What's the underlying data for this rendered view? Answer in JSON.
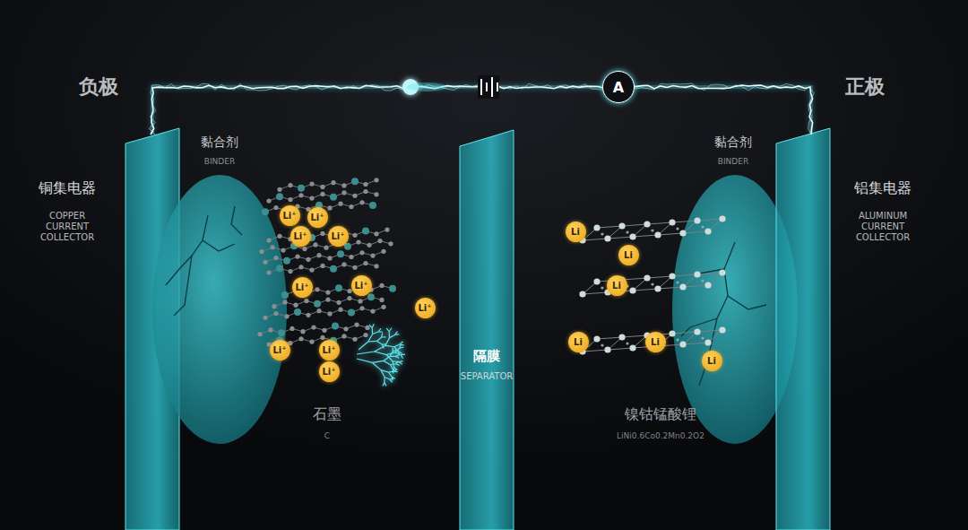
{
  "diagram": {
    "nodes": [
      {
        "text": [
          "A"
        ]
      },
      {
        "text": [
          "Li⁺"
        ]
      },
      {
        "text": [
          "Li⁺"
        ]
      },
      {
        "text": [
          "Li⁺"
        ]
      },
      {
        "text": [
          "Li⁺"
        ]
      },
      {
        "text": [
          "Li⁺"
        ]
      },
      {
        "text": [
          "Li⁺"
        ]
      },
      {
        "text": [
          "Li⁺"
        ]
      },
      {
        "text": [
          "Li⁺"
        ]
      },
      {
        "text": [
          "Li⁺"
        ]
      },
      {
        "text": [
          "Li⁺"
        ]
      },
      {
        "text": [
          "Li"
        ]
      },
      {
        "text": [
          "Li"
        ]
      },
      {
        "text": [
          "Li"
        ]
      },
      {
        "text": [
          "Li"
        ]
      },
      {
        "text": [
          "Li"
        ]
      },
      {
        "text": [
          "Li"
        ]
      }
    ],
    "labels": [
      "负极",
      "正极",
      "黏合剂",
      "BINDER",
      "铜集电器",
      "COPPER CURRENT COLLECTOR",
      "黏合剂",
      "BINDER",
      "铝集电器",
      "ALUMINUM CURRENT COLLECTOR",
      "隔膜",
      "SEPARATOR",
      "石墨",
      "C",
      "镍钴锰酸锂",
      "LiNi0.6Co0.2Mn0.2O2"
    ]
  }
}
